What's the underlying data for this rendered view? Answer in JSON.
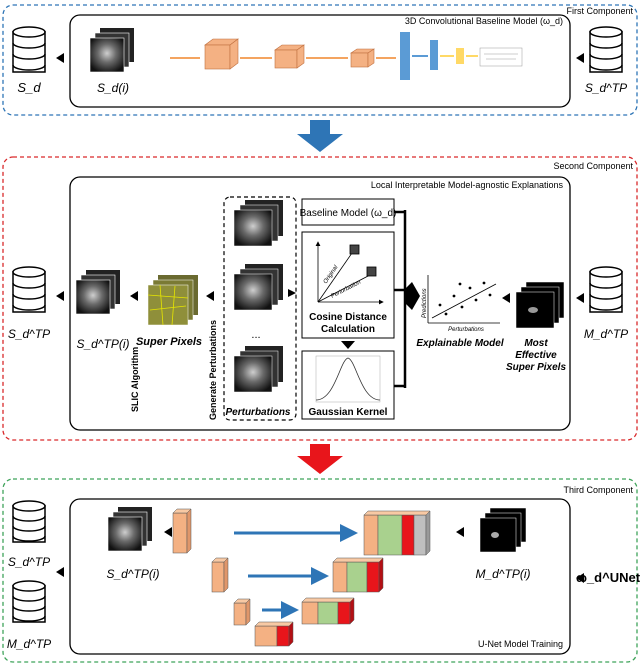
{
  "components": {
    "first": {
      "title": "First Component",
      "model_title": "3D Convolutional Baseline Model (ω_d)"
    },
    "second": {
      "title": "Second Component",
      "lime_title": "Local Interpretable Model-agnostic Explanations"
    },
    "third": {
      "title": "Third Component",
      "unet_title": "U-Net Model Training"
    }
  },
  "labels": {
    "s_d": "S_d",
    "s_d_i": "S_d(i)",
    "s_d_tp": "S_d^TP",
    "s_d_tp_i": "S_d^TP(i)",
    "m_d_tp": "M_d^TP",
    "m_d_tp_i": "M_d^TP(i)",
    "omega_unet": "ω_d^UNet",
    "super_pixels": "Super Pixels",
    "slic": "SLIC Algorithm",
    "generate_perturbations": "Generate Perturbations",
    "perturbations": "Perturbations",
    "baseline_model": "Baseline Model (ω_d)",
    "cosine_line1": "Cosine Distance",
    "cosine_line2": "Calculation",
    "gaussian_kernel": "Gaussian Kernel",
    "explainable_model": "Explainable Model",
    "most_effective_1": "Most",
    "most_effective_2": "Effective",
    "most_effective_3": "Super Pixels",
    "predictions_axis": "Predictions",
    "perturbations_axis": "Perturbations",
    "original": "Original",
    "perturbation": "Perturbation",
    "ellipsis": "..."
  },
  "colors": {
    "blue_dash": "#2e75b6",
    "red_dash": "#d9292b",
    "green_dash": "#3fa35a",
    "orange_block": "#f4b183",
    "green_block": "#a9d18e",
    "red_block": "#e8151b",
    "gray_block": "#bfbfbf",
    "blue_arrow": "#2e75b6",
    "red_arrow": "#e8151b"
  }
}
